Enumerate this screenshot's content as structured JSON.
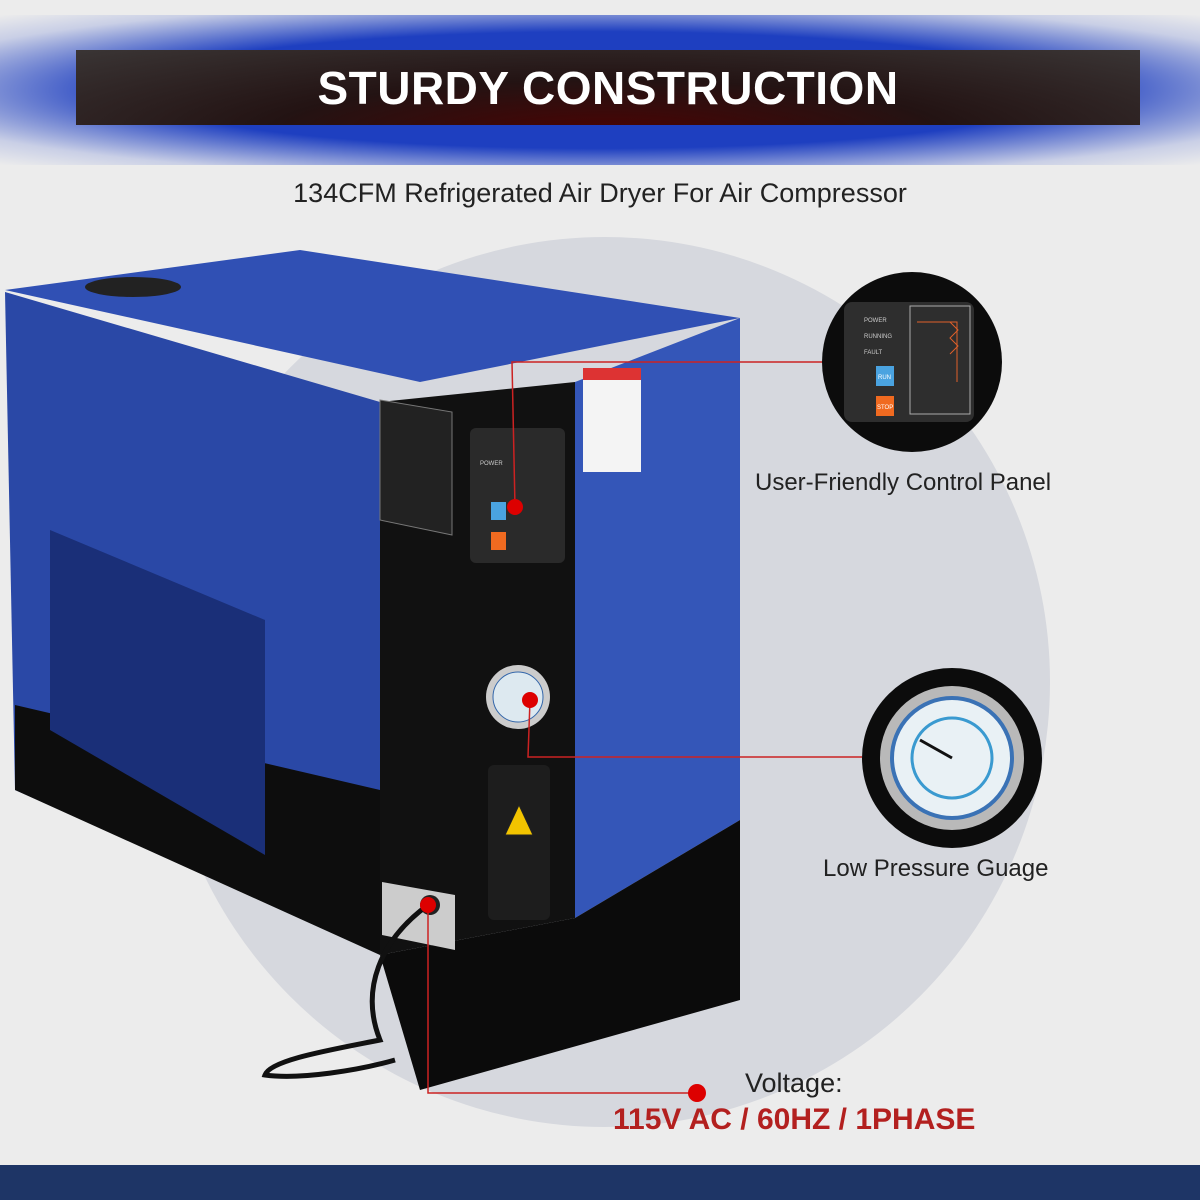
{
  "header": {
    "title": "STURDY CONSTRUCTION",
    "subtitle": "134CFM Refrigerated Air Dryer For Air Compressor"
  },
  "callouts": [
    {
      "label": "User-Friendly Control Panel",
      "icon": "control-panel"
    },
    {
      "label": "Low Pressure Guage",
      "icon": "pressure-gauge"
    }
  ],
  "panel": {
    "power": "POWER",
    "running": "RUNNING",
    "fault": "FAULT",
    "run": "RUN",
    "stop": "STOP"
  },
  "voltage": {
    "label": "Voltage:",
    "value": "115V AC / 60HZ / 1PHASE"
  },
  "colors": {
    "accent_red": "#b3201f",
    "body_blue": "#2b4aa8",
    "band_navy": "#1e3566"
  }
}
